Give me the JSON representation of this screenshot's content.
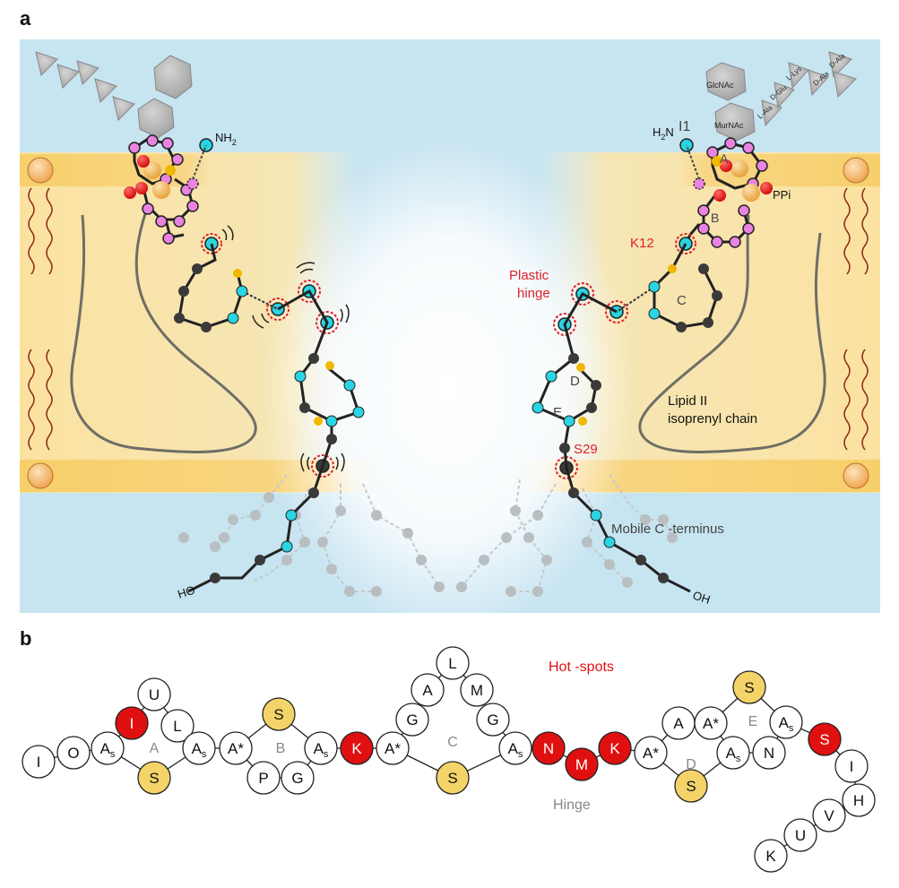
{
  "panel_a": {
    "label": "a",
    "labels": {
      "nh2_left": "NH",
      "nh2_left_sub": "2",
      "h2n_right_h": "H",
      "h2n_right_sub": "2",
      "h2n_right_n": "N",
      "i1": "I1",
      "glcnac": "GlcNAc",
      "murnac": "MurNAc",
      "l_ala": "L-Ala",
      "d_glu": "D-Glu",
      "l_lys": "L-Lys",
      "d_ala_1": "D-Ala",
      "d_ala_2": "D-Ala",
      "ppi": "PPi",
      "ring_a": "A",
      "ring_b": "B",
      "ring_c": "C",
      "ring_d": "D",
      "ring_e": "E",
      "k12": "K12",
      "plastic_hinge_1": "Plastic",
      "plastic_hinge_2": "hinge",
      "lipid_ii_1": "Lipid II",
      "lipid_ii_2": "isoprenyl chain",
      "s29": "S29",
      "mobile_c": "Mobile C -terminus",
      "ho_left": "HO",
      "oh_right": "OH"
    },
    "colors": {
      "background_blue": "#c9e6f2",
      "membrane_yellow": "#fbe3a3",
      "hinge_red": "#e0202a",
      "cyan_atom": "#2ad4e2",
      "dark_atom": "#3a3a3a",
      "pink_atom": "#e884e0",
      "sulfur": "#f0b800"
    }
  },
  "panel_b": {
    "label": "b",
    "hot_spots_label": "Hot -spots",
    "hinge_label": "Hinge",
    "ring_labels": [
      "A",
      "B",
      "C",
      "D",
      "E"
    ],
    "residues": [
      {
        "text": "I",
        "sub": "",
        "kind": "white"
      },
      {
        "text": "O",
        "sub": "",
        "kind": "white"
      },
      {
        "text": "A",
        "sub": "s",
        "kind": "white"
      },
      {
        "text": "I",
        "sub": "",
        "kind": "red"
      },
      {
        "text": "U",
        "sub": "",
        "kind": "white"
      },
      {
        "text": "L",
        "sub": "",
        "kind": "white"
      },
      {
        "text": "S",
        "sub": "",
        "kind": "yellow"
      },
      {
        "text": "A",
        "sub": "s",
        "kind": "white"
      },
      {
        "text": "A*",
        "sub": "",
        "kind": "white"
      },
      {
        "text": "S",
        "sub": "",
        "kind": "yellow"
      },
      {
        "text": "P",
        "sub": "",
        "kind": "white"
      },
      {
        "text": "G",
        "sub": "",
        "kind": "white"
      },
      {
        "text": "A",
        "sub": "s",
        "kind": "white"
      },
      {
        "text": "K",
        "sub": "",
        "kind": "red"
      },
      {
        "text": "A*",
        "sub": "",
        "kind": "white"
      },
      {
        "text": "G",
        "sub": "",
        "kind": "white"
      },
      {
        "text": "A",
        "sub": "",
        "kind": "white"
      },
      {
        "text": "L",
        "sub": "",
        "kind": "white"
      },
      {
        "text": "M",
        "sub": "",
        "kind": "white"
      },
      {
        "text": "G",
        "sub": "",
        "kind": "white"
      },
      {
        "text": "A",
        "sub": "s",
        "kind": "white"
      },
      {
        "text": "S",
        "sub": "",
        "kind": "yellow"
      },
      {
        "text": "N",
        "sub": "",
        "kind": "red"
      },
      {
        "text": "M",
        "sub": "",
        "kind": "red"
      },
      {
        "text": "K",
        "sub": "",
        "kind": "red"
      },
      {
        "text": "A*",
        "sub": "",
        "kind": "white"
      },
      {
        "text": "S",
        "sub": "",
        "kind": "yellow"
      },
      {
        "text": "A",
        "sub": "",
        "kind": "white"
      },
      {
        "text": "A*",
        "sub": "",
        "kind": "white"
      },
      {
        "text": "S",
        "sub": "",
        "kind": "yellow"
      },
      {
        "text": "A",
        "sub": "s",
        "kind": "white"
      },
      {
        "text": "A",
        "sub": "s",
        "kind": "white"
      },
      {
        "text": "N",
        "sub": "",
        "kind": "white"
      },
      {
        "text": "S",
        "sub": "",
        "kind": "red"
      },
      {
        "text": "I",
        "sub": "",
        "kind": "white"
      },
      {
        "text": "H",
        "sub": "",
        "kind": "white"
      },
      {
        "text": "V",
        "sub": "",
        "kind": "white"
      },
      {
        "text": "U",
        "sub": "",
        "kind": "white"
      },
      {
        "text": "K",
        "sub": "",
        "kind": "white"
      }
    ],
    "colors": {
      "red": "#e01010",
      "yellow": "#f4d469",
      "white": "#ffffff",
      "ring_label_gray": "#888888",
      "hot_spot_red": "#e01010"
    }
  }
}
